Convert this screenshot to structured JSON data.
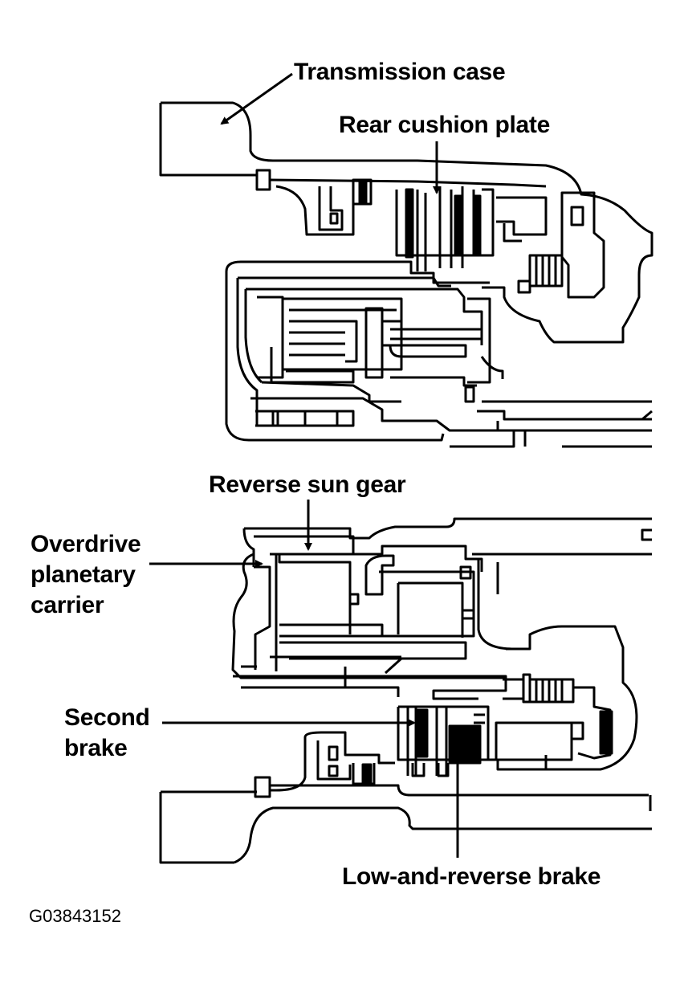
{
  "labels": {
    "transmission_case": "Transmission case",
    "rear_cushion_plate": "Rear cushion plate",
    "reverse_sun_gear": "Reverse sun gear",
    "overdrive_planetary_carrier": [
      "Overdrive",
      "planetary",
      "carrier"
    ],
    "second_brake": [
      "Second",
      "brake"
    ],
    "low_and_reverse_brake": "Low-and-reverse brake"
  },
  "figure_id": "G03843152"
}
